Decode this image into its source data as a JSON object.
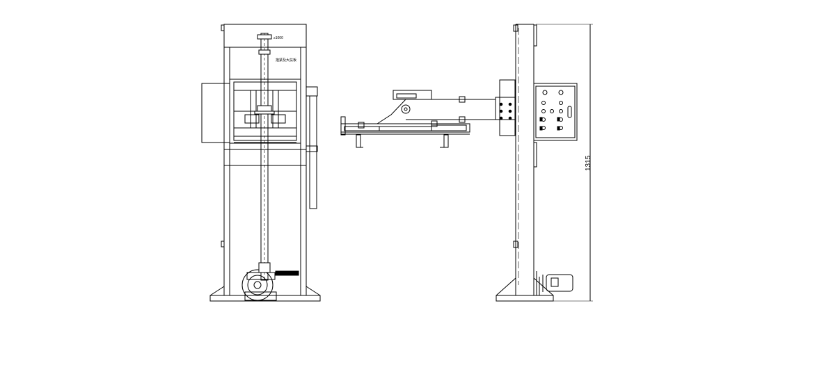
{
  "drawing": {
    "dimension_height": "1315",
    "front_view_note": "抱紧及大扶板",
    "front_view_small_tag": "≥1000",
    "colors": {
      "line": "#000000",
      "background": "#ffffff"
    }
  }
}
